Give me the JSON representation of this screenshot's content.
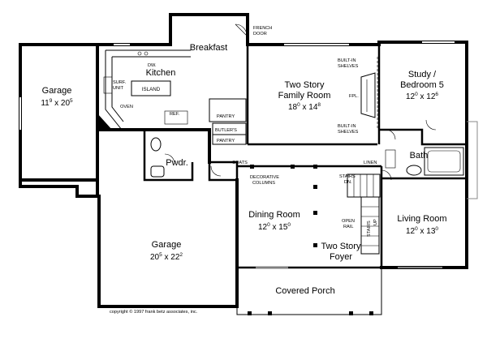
{
  "rooms": {
    "breakfast": {
      "name": "Breakfast"
    },
    "kitchen": {
      "name": "Kitchen"
    },
    "garage_small": {
      "name": "Garage",
      "w_ft": "11",
      "w_in": "9",
      "sep": "x",
      "d_ft": "20",
      "d_in": "5"
    },
    "family": {
      "name1": "Two Story",
      "name2": "Family Room",
      "w_ft": "18",
      "w_in": "0",
      "sep": "x",
      "d_ft": "14",
      "d_in": "8"
    },
    "study": {
      "name1": "Study /",
      "name2": "Bedroom 5",
      "w_ft": "12",
      "w_in": "0",
      "sep": "x",
      "d_ft": "12",
      "d_in": "6"
    },
    "bath": {
      "name": "Bath"
    },
    "powder": {
      "name": "Pwdr."
    },
    "dining": {
      "name": "Dining Room",
      "w_ft": "12",
      "w_in": "0",
      "sep": "x",
      "d_ft": "15",
      "d_in": "0"
    },
    "living": {
      "name": "Living Room",
      "w_ft": "12",
      "w_in": "0",
      "sep": "x",
      "d_ft": "13",
      "d_in": "0"
    },
    "garage_large": {
      "name": "Garage",
      "w_ft": "20",
      "w_in": "5",
      "sep": "x",
      "d_ft": "22",
      "d_in": "2"
    },
    "foyer": {
      "name1": "Two Story",
      "name2": "Foyer"
    },
    "porch": {
      "name": "Covered Porch"
    }
  },
  "labels": {
    "french_door_1": "FRENCH",
    "french_door_2": "DOOR",
    "builtin_1a": "BUILT-IN",
    "builtin_1b": "SHELVES",
    "builtin_2a": "BUILT-IN",
    "builtin_2b": "SHELVES",
    "fireplace": "FPL.",
    "dw": "DW.",
    "surf_1": "SURF.",
    "surf_2": "UNIT",
    "island": "ISLAND",
    "oven": "OVEN",
    "ref": "REF.",
    "pantry": "PANTRY",
    "butlers": "BUTLER'S",
    "butlers_pantry": "PANTRY",
    "coats": "COATS",
    "linen": "LINEN",
    "decorative_1": "DECORATIVE",
    "decorative_2": "COLUMNS",
    "stairs_dn": "DN.",
    "stairs_up_label": "STAIRS",
    "stairs_up": "STAIRS",
    "open_rail_1": "OPEN",
    "open_rail_2": "RAIL",
    "up": "UP"
  },
  "copyright": "copyright © 1997 frank betz associates, inc."
}
